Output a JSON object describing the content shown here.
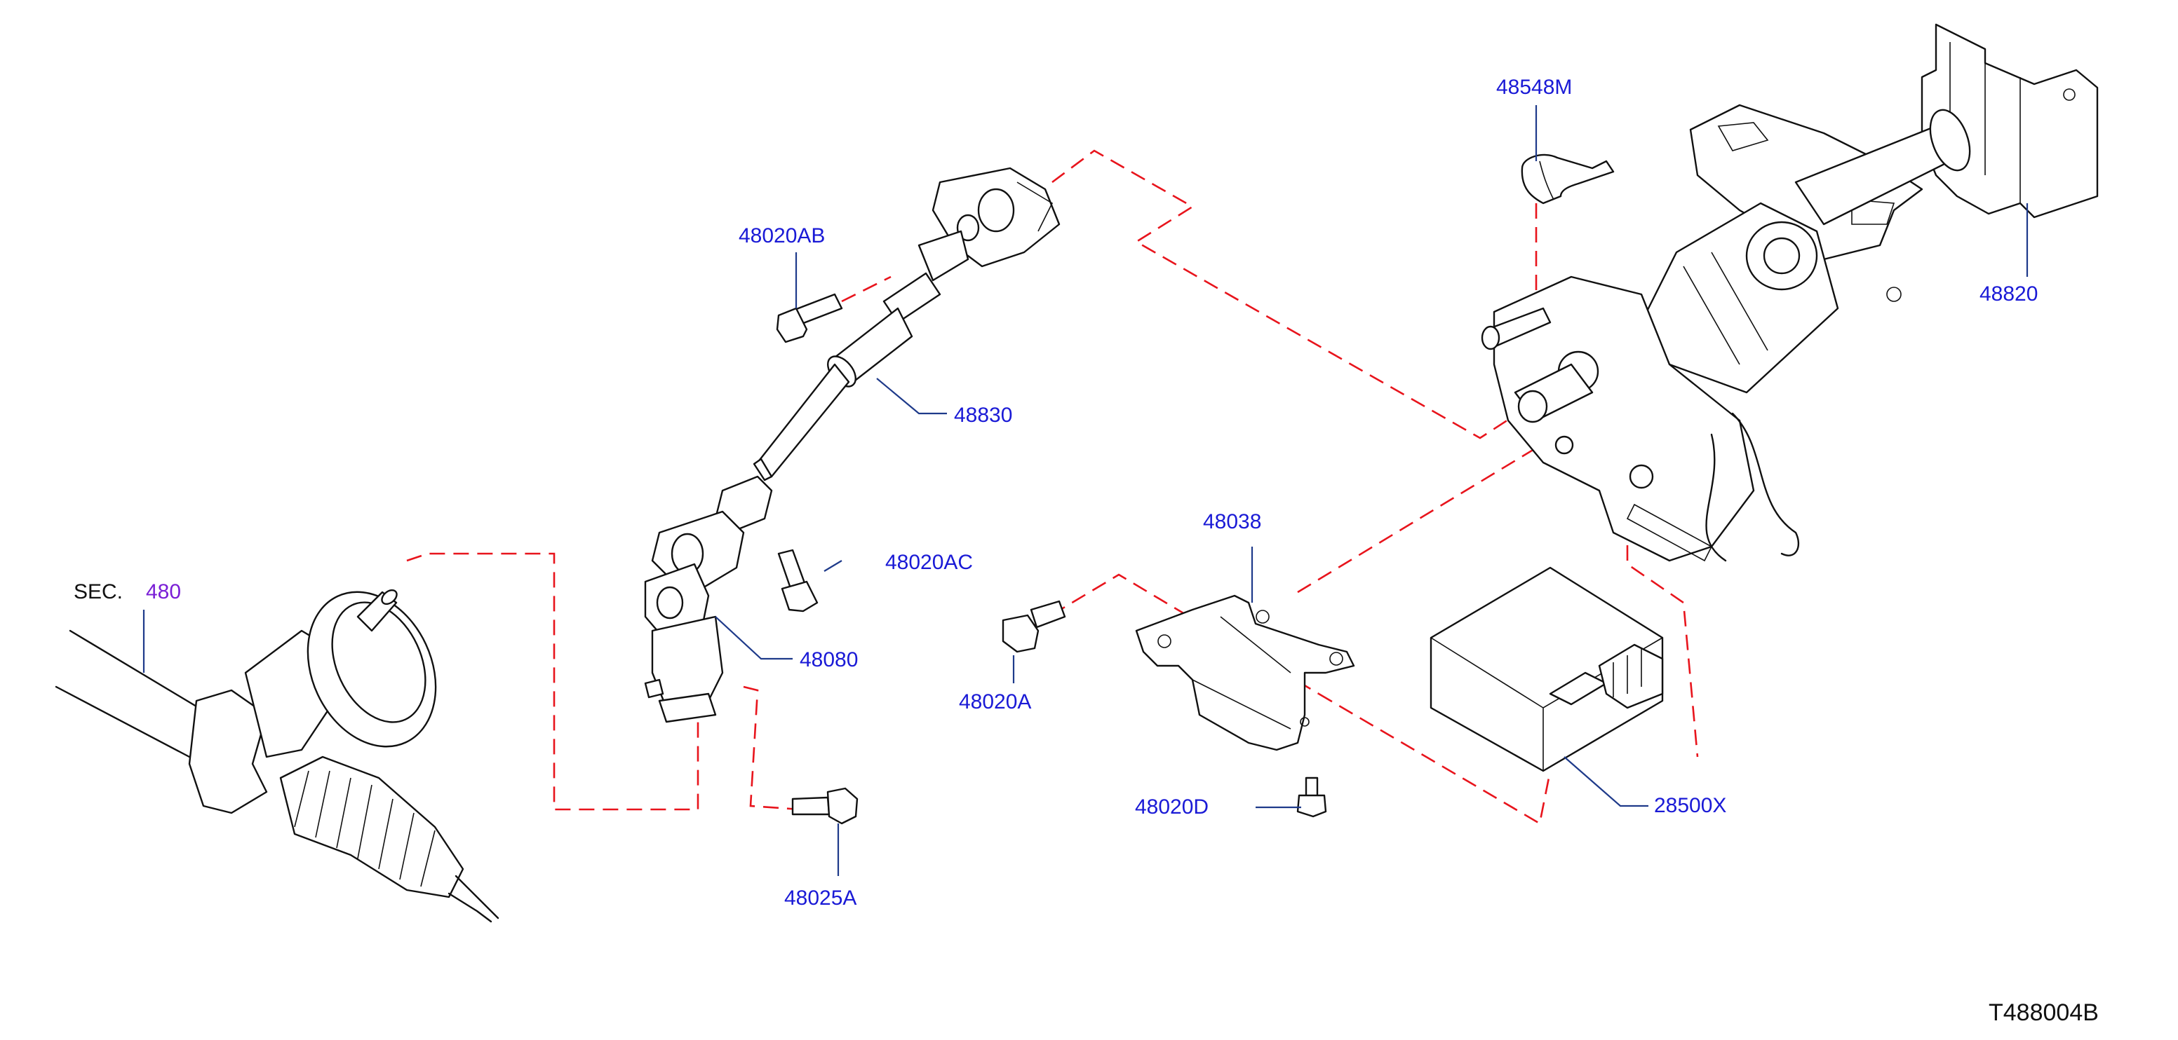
{
  "diagram": {
    "reference_code": "T488004B",
    "section_prefix": "SEC.",
    "section_number": "480",
    "callouts": {
      "c48548M": "48548M",
      "c48820": "48820",
      "c48020AB": "48020AB",
      "c48830": "48830",
      "c48020AC": "48020AC",
      "c48080": "48080",
      "c48025A": "48025A",
      "c48020A": "48020A",
      "c48038": "48038",
      "c48020D": "48020D",
      "c28500X": "28500X"
    },
    "colors": {
      "callout_text": "#1a1ad6",
      "section_number": "#7a1fd6",
      "phantom_line": "#e8141c",
      "leader_line": "#1e3a8a",
      "part_outline": "#111111"
    }
  }
}
